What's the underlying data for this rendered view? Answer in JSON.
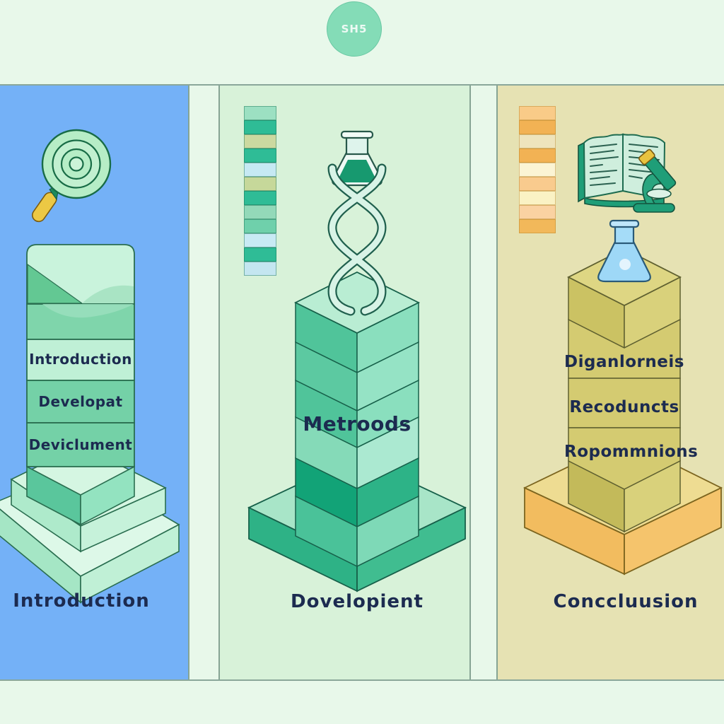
{
  "page": {
    "background": "#e8f8ea",
    "divider_color": "#8aa79a",
    "text_color": "#1c2b50"
  },
  "badge": {
    "label": "SH5",
    "color": "#84dcb7"
  },
  "panels": {
    "left": {
      "background": "#74b1f7",
      "icon": "target-magnifier-icon",
      "tower_color": "#74d1a7",
      "blocks": [
        "Introduction",
        "Developat",
        "Deviclument"
      ],
      "caption": "Introduction"
    },
    "middle": {
      "background": "#d8f2d9",
      "icon": "dna-helix-flask-icon",
      "dark_block_color": "#12a377",
      "swatches": [
        "#9ce0c2",
        "#2fbc96",
        "#ccd9a0",
        "#2fbc96",
        "#c6e9f3",
        "#c6d89a",
        "#2fbc96",
        "#93d9b9",
        "#6fd0ab",
        "#c8eaf4",
        "#2fbc96",
        "#c4e6f0"
      ],
      "block_label": "Metroods",
      "caption": "Dovelopient"
    },
    "right": {
      "background": "#e6e2b3",
      "icon": "book-microscope-icon",
      "top_icon": "blue-flask-icon",
      "base_color": "#f2bc5f",
      "swatches": [
        "#f9cb88",
        "#f2b254",
        "#eee4bc",
        "#f2b254",
        "#fbf4d4",
        "#f9cb8e",
        "#faf2c4",
        "#fad2a2",
        "#f2b85a"
      ],
      "blocks": [
        "Diganlorneis",
        "Recoduncts",
        "Ropommnions"
      ],
      "caption": "Conccluusion"
    }
  }
}
